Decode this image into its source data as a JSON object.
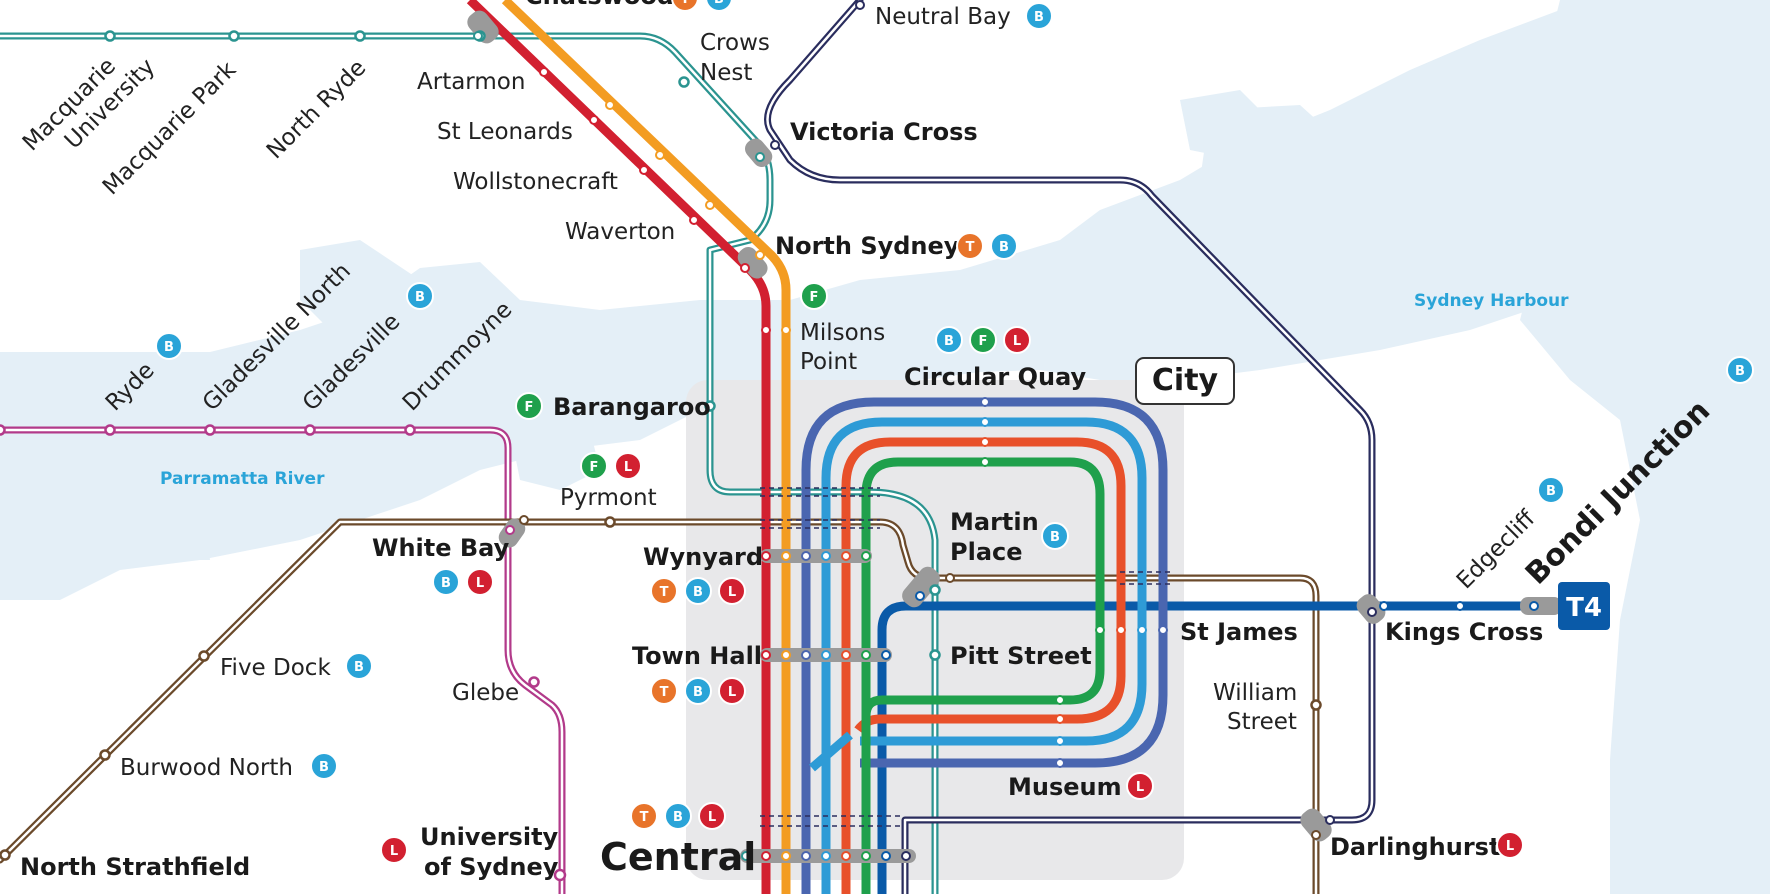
{
  "colors": {
    "water": "#e4eff7",
    "city_zone": "#e8e8ea",
    "line_red": "#d22030",
    "line_orange": "#f39c22",
    "line_navy_blue": "#4a66b0",
    "line_sky": "#2e9bd6",
    "line_vermilion": "#e8502a",
    "line_green": "#1fa04c",
    "line_t4": "#0a5aa8",
    "line_teal": "#2b9490",
    "line_navy": "#2a2d5e",
    "line_magenta": "#b23a8a",
    "line_brown": "#6b4a2b",
    "mode_t": "#e8742a",
    "mode_b": "#2aa4d8",
    "mode_l": "#d22030",
    "mode_f": "#1fa04c"
  },
  "icons": {
    "T": "train-mode-icon",
    "B": "bus-mode-icon",
    "L": "light-rail-mode-icon",
    "F": "ferry-mode-icon"
  },
  "map": {
    "zone_label": "City",
    "line_badge": "T4",
    "water_labels": [
      "Sydney Harbour",
      "Parramatta River"
    ],
    "stations": {
      "chatswood": "Chatswood",
      "neutral_bay": "Neutral Bay",
      "crows_nest": [
        "Crows",
        "Nest"
      ],
      "victoria_cross": "Victoria Cross",
      "artarmon": "Artarmon",
      "st_leonards": "St Leonards",
      "wollstonecraft": "Wollstonecraft",
      "waverton": "Waverton",
      "north_sydney": "North Sydney",
      "milsons_point": [
        "Milsons",
        "Point"
      ],
      "macquarie_university": [
        "Macquarie",
        "University"
      ],
      "macquarie_park": "Macquarie Park",
      "north_ryde": "North Ryde",
      "ryde": "Ryde",
      "gladesville_north": "Gladesville North",
      "gladesville": "Gladesville",
      "drummoyne": "Drummoyne",
      "circular_quay": "Circular Quay",
      "barangaroo": "Barangaroo",
      "pyrmont": "Pyrmont",
      "white_bay": "White Bay",
      "wynyard": "Wynyard",
      "martin_place": [
        "Martin",
        "Place"
      ],
      "st_james": "St James",
      "kings_cross": "Kings Cross",
      "edgecliff": "Edgecliff",
      "bondi_junction": "Bondi Junction",
      "town_hall": "Town Hall",
      "pitt_street": "Pitt Street",
      "william_street": [
        "William",
        "Street"
      ],
      "five_dock": "Five Dock",
      "glebe": "Glebe",
      "burwood_north": "Burwood North",
      "museum": "Museum",
      "darlinghurst": "Darlinghurst",
      "university_of_sydney": [
        "University",
        "of Sydney"
      ],
      "central": "Central",
      "north_strathfield": "North Strathfield"
    },
    "modes": {
      "chatswood": [
        "T",
        "B"
      ],
      "neutral_bay": [
        "B"
      ],
      "north_sydney": [
        "T",
        "B"
      ],
      "milsons_point": [
        "F"
      ],
      "circular_quay": [
        "B",
        "F",
        "L"
      ],
      "ryde": [
        "B"
      ],
      "gladesville_north": [
        "B"
      ],
      "barangaroo": [
        "F"
      ],
      "pyrmont": [
        "F",
        "L"
      ],
      "white_bay": [
        "B",
        "L"
      ],
      "wynyard": [
        "T",
        "B",
        "L"
      ],
      "martin_place": [
        "B"
      ],
      "edgecliff": [
        "B"
      ],
      "bondi_junction": [
        "B"
      ],
      "town_hall": [
        "T",
        "B",
        "L"
      ],
      "five_dock": [
        "B"
      ],
      "burwood_north": [
        "B"
      ],
      "museum": [
        "L"
      ],
      "darlinghurst": [
        "L"
      ],
      "central": [
        "T",
        "B",
        "L"
      ],
      "university_of_sydney": [
        "L"
      ]
    }
  }
}
